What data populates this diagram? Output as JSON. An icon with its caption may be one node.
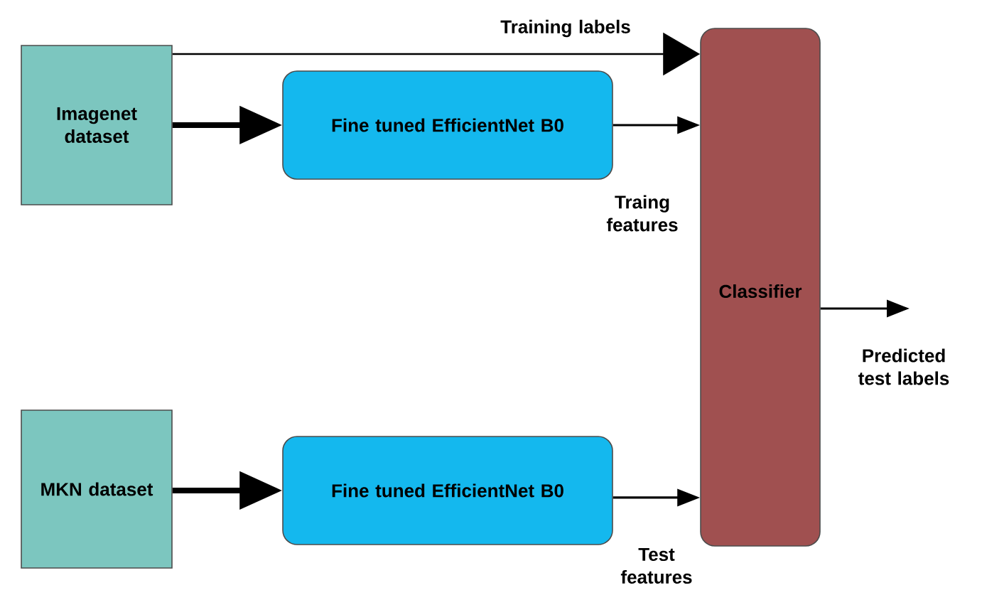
{
  "diagram": {
    "nodes": [
      {
        "text": [
          "Imagenet dataset"
        ]
      },
      {
        "text": [
          "Fine tuned EfficientNet B0"
        ]
      },
      {
        "text": [
          "MKN dataset"
        ]
      },
      {
        "text": [
          "Fine tuned EfficientNet B0"
        ]
      },
      {
        "text": [
          "Classifier"
        ]
      }
    ],
    "edges": [
      {
        "from": 0,
        "to": 4,
        "arrow": "to",
        "label": "Training labels"
      },
      {
        "from": 0,
        "to": 1,
        "arrow": "to",
        "style": "thick"
      },
      {
        "from": 1,
        "to": 4,
        "arrow": "to",
        "label": "Traing features"
      },
      {
        "from": 2,
        "to": 3,
        "arrow": "to",
        "style": "thick"
      },
      {
        "from": 3,
        "to": 4,
        "arrow": "to",
        "label": "Test features"
      },
      {
        "from": 4,
        "to": null,
        "arrow": "to",
        "label": "Predicted test labels"
      }
    ]
  }
}
